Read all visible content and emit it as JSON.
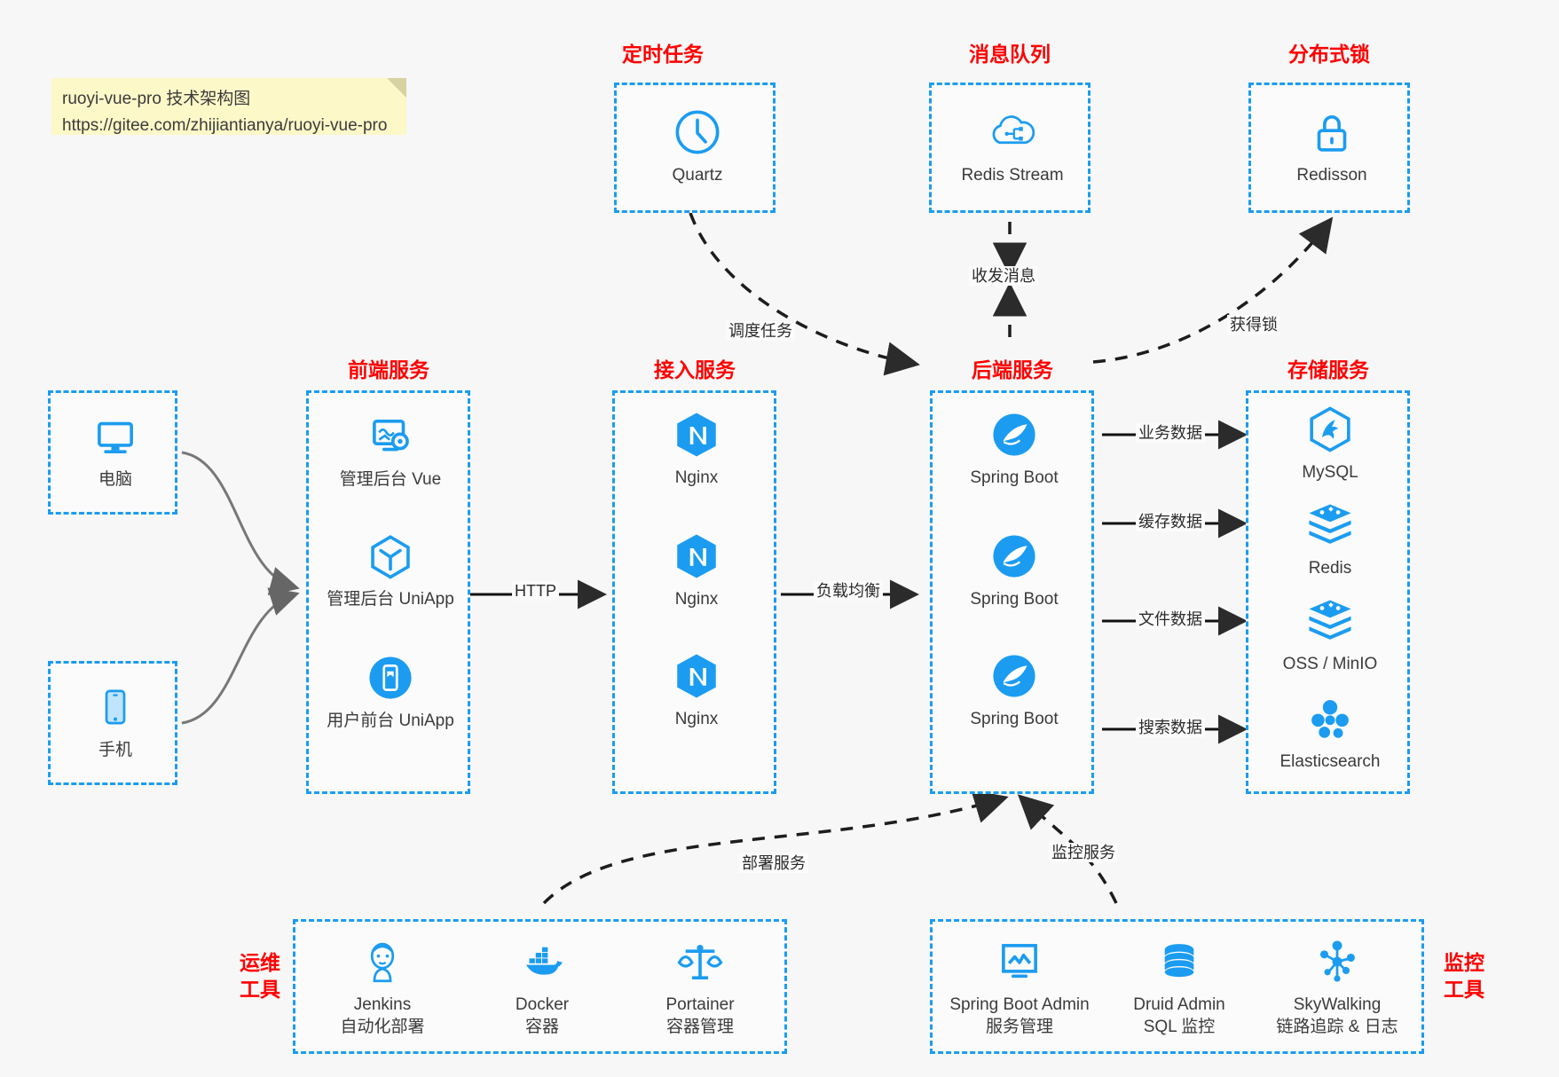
{
  "note": {
    "line1": "ruoyi-vue-pro 技术架构图",
    "line2": "https://gitee.com/zhijiantianya/ruoyi-vue-pro"
  },
  "colors": {
    "accent": "#1b9cf0",
    "title": "#ff0000",
    "text": "#3b3b3b",
    "background": "#f7f7f7",
    "note_bg": "#fcf8c8",
    "arrow": "#3f3f3f"
  },
  "groups": {
    "scheduled_task": {
      "title": "定时任务",
      "items": [
        {
          "label": "Quartz",
          "icon": "clock-icon"
        }
      ]
    },
    "message_queue": {
      "title": "消息队列",
      "items": [
        {
          "label": "Redis Stream",
          "icon": "cloud-stream-icon"
        }
      ]
    },
    "distributed_lock": {
      "title": "分布式锁",
      "items": [
        {
          "label": "Redisson",
          "icon": "lock-icon"
        }
      ]
    },
    "clients": {
      "items": [
        {
          "label": "电脑",
          "icon": "desktop-icon"
        },
        {
          "label": "手机",
          "icon": "mobile-icon"
        }
      ]
    },
    "frontend": {
      "title": "前端服务",
      "items": [
        {
          "label": "管理后台 Vue",
          "icon": "dashboard-gear-icon"
        },
        {
          "label": "管理后台 UniApp",
          "icon": "cube-icon"
        },
        {
          "label": "用户前台 UniApp",
          "icon": "app-phone-icon"
        }
      ]
    },
    "gateway": {
      "title": "接入服务",
      "items": [
        {
          "label": "Nginx",
          "icon": "nginx-icon"
        },
        {
          "label": "Nginx",
          "icon": "nginx-icon"
        },
        {
          "label": "Nginx",
          "icon": "nginx-icon"
        }
      ]
    },
    "backend": {
      "title": "后端服务",
      "items": [
        {
          "label": "Spring Boot",
          "icon": "spring-icon"
        },
        {
          "label": "Spring Boot",
          "icon": "spring-icon"
        },
        {
          "label": "Spring Boot",
          "icon": "spring-icon"
        }
      ]
    },
    "storage": {
      "title": "存储服务",
      "items": [
        {
          "label": "MySQL",
          "icon": "mysql-icon"
        },
        {
          "label": "Redis",
          "icon": "redis-icon"
        },
        {
          "label": "OSS / MinIO",
          "icon": "oss-icon"
        },
        {
          "label": "Elasticsearch",
          "icon": "elasticsearch-icon"
        }
      ]
    },
    "devops": {
      "title_line1": "运维",
      "title_line2": "工具",
      "items": [
        {
          "label": "Jenkins",
          "sub": "自动化部署",
          "icon": "jenkins-icon"
        },
        {
          "label": "Docker",
          "sub": "容器",
          "icon": "docker-icon"
        },
        {
          "label": "Portainer",
          "sub": "容器管理",
          "icon": "scales-icon"
        }
      ]
    },
    "monitor": {
      "title_line1": "监控",
      "title_line2": "工具",
      "items": [
        {
          "label": "Spring Boot Admin",
          "sub": "服务管理",
          "icon": "monitor-chart-icon"
        },
        {
          "label": "Druid Admin",
          "sub": "SQL 监控",
          "icon": "database-icon"
        },
        {
          "label": "SkyWalking",
          "sub": "链路追踪 & 日志",
          "icon": "skywalking-icon"
        }
      ]
    }
  },
  "edges": {
    "schedule_task": "调度任务",
    "send_receive_message": "收发消息",
    "acquire_lock": "获得锁",
    "http": "HTTP",
    "load_balance": "负载均衡",
    "business_data": "业务数据",
    "cache_data": "缓存数据",
    "file_data": "文件数据",
    "search_data": "搜索数据",
    "deploy_service": "部署服务",
    "monitor_service": "监控服务"
  }
}
